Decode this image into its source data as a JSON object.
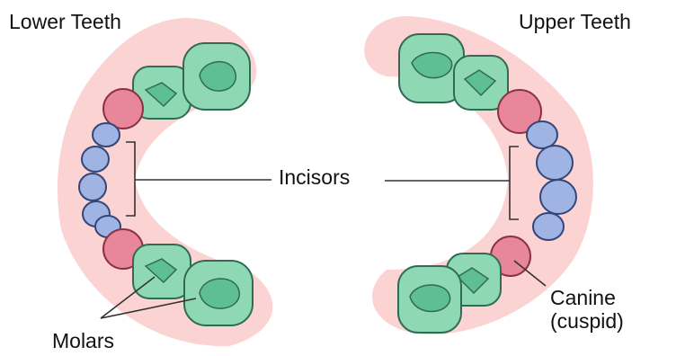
{
  "titles": {
    "lower": "Lower Teeth",
    "upper": "Upper Teeth"
  },
  "labels": {
    "incisors": "Incisors",
    "canine_line1": "Canine",
    "canine_line2": "(cuspid)",
    "molars": "Molars"
  },
  "colors": {
    "gum": "#fbd3d3",
    "molar_fill": "#8fd8b4",
    "molar_stroke": "#2f6b55",
    "canine_fill": "#e8869a",
    "canine_stroke": "#8a3242",
    "incisor_fill": "#9fb4e3",
    "incisor_stroke": "#33467a",
    "leader": "#333333"
  }
}
